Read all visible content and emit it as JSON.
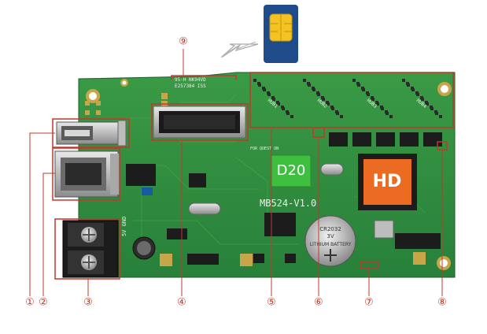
{
  "callouts": [
    "①",
    "②",
    "③",
    "④",
    "⑤",
    "⑥",
    "⑦",
    "⑧",
    "⑨"
  ],
  "board": {
    "model": "MB524-V1.0",
    "chip_text": "D20",
    "logo_text": "HD",
    "battery_text": [
      "CR2032",
      "3V",
      "LITHIUM BATTERY"
    ],
    "slot_text": [
      "95-H NK94VD",
      "E257384 ISS"
    ],
    "hub_labels": [
      "HUB1",
      "HUB2",
      "HUB3",
      "HUB4"
    ],
    "gnd_text": "5V GND",
    "test_text": "FOR QUEST ON"
  },
  "colors": {
    "pcb": "#2f8a3c",
    "pcb_dark": "#236b2e",
    "callout": "#c0392b",
    "d20_chip": "#3fbf3f",
    "logo_chip": "#ea6b21",
    "sim_card": "#1e4c8a",
    "sim_chip": "#f4c322"
  }
}
